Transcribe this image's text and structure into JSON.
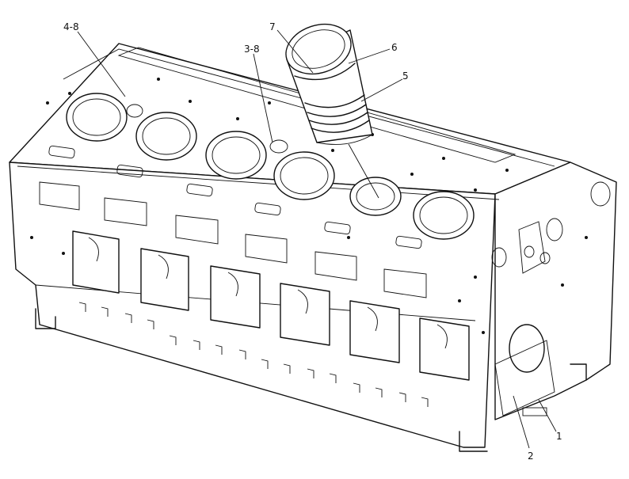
{
  "diagram": {
    "callouts": [
      {
        "id": "c1",
        "text": "1"
      },
      {
        "id": "c2",
        "text": "2"
      },
      {
        "id": "c3",
        "text": "3-8"
      },
      {
        "id": "c4",
        "text": "4-8"
      },
      {
        "id": "c5",
        "text": "5"
      },
      {
        "id": "c6",
        "text": "6"
      },
      {
        "id": "c7",
        "text": "7"
      }
    ]
  }
}
